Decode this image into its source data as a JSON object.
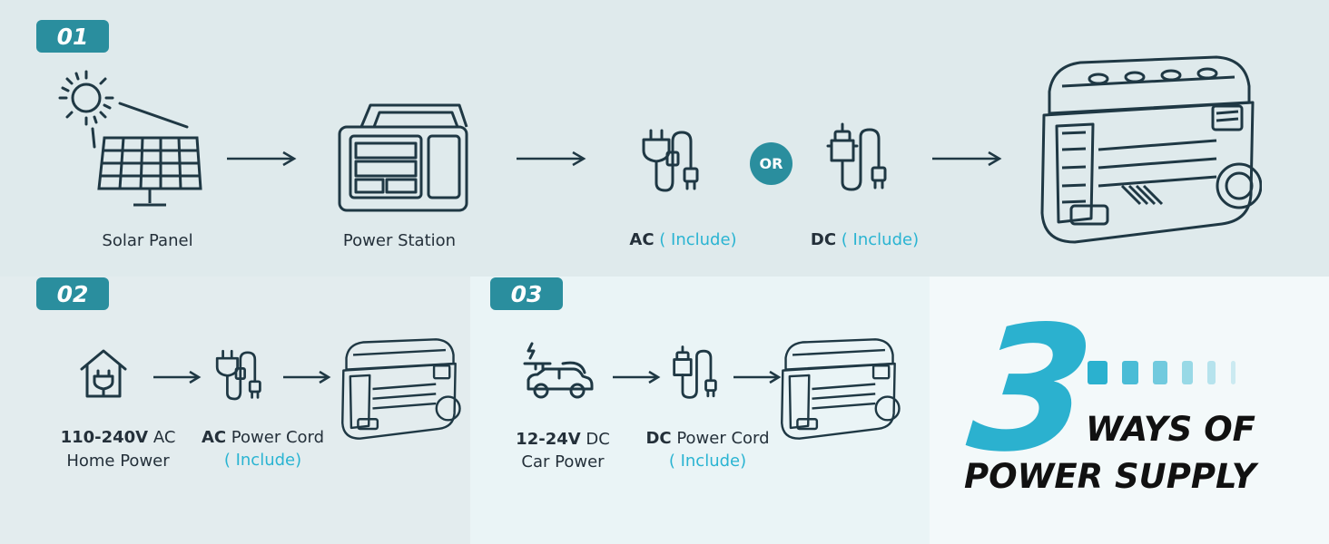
{
  "steps": {
    "step1": {
      "badge": "01",
      "solar_panel": "Solar Panel",
      "power_station": "Power Station",
      "ac": {
        "label": "AC",
        "note": "( Include)"
      },
      "or": "OR",
      "dc": {
        "label": "DC",
        "note": "( Include)"
      }
    },
    "step2": {
      "badge": "02",
      "source_strong": "110-240V",
      "source_rest": " AC",
      "source_line2": "Home Power",
      "cord_strong": "AC",
      "cord_rest": " Power Cord",
      "cord_note": "( Include)"
    },
    "step3": {
      "badge": "03",
      "source_strong": "12-24V",
      "source_rest": " DC",
      "source_line2": "Car Power",
      "cord_strong": "DC",
      "cord_rest": " Power Cord",
      "cord_note": "( Include)"
    }
  },
  "headline": {
    "number": "3",
    "line1": "WAYS OF",
    "line2": "POWER SUPPLY"
  },
  "colors": {
    "accent": "#2ab4d2",
    "badge": "#2a8e9e",
    "icon_stroke": "#1f3844"
  },
  "icons": [
    "sun-icon",
    "solar-panel-icon",
    "power-station-icon",
    "ac-plug-icon",
    "dc-plug-icon",
    "fridge-icon",
    "house-icon",
    "car-icon",
    "arrow-icon"
  ]
}
